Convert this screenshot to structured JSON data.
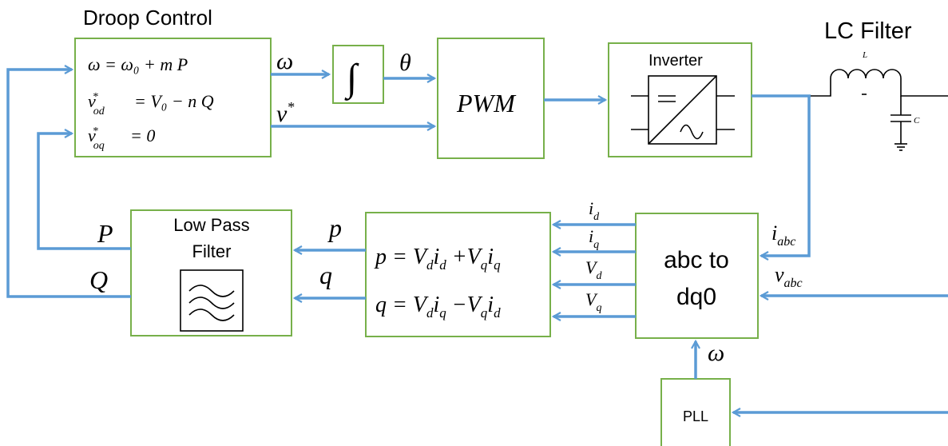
{
  "titles": {
    "droop": "Droop Control",
    "lc_filter": "LC Filter"
  },
  "blocks": {
    "inverter": "Inverter",
    "pwm": "PWM",
    "lpf_line1": "Low Pass",
    "lpf_line2": "Filter",
    "abc_line1": "abc to",
    "abc_line2": "dq0",
    "pll": "PLL",
    "integrator": "∫"
  },
  "droop_eqs": {
    "eq1": "ω  =  ω₀  +  m P",
    "eq2_lhs": "v*od",
    "eq2_rhs": "=  V₀  −  n Q",
    "eq3_lhs": "v*oq",
    "eq3_rhs": "=  0"
  },
  "power_eqs": {
    "eq_p": "p = Vd id + Vq iq",
    "eq_q": "q = Vd iq − Vq id"
  },
  "component_labels": {
    "inductor": "L",
    "capacitor": "C"
  },
  "signals": {
    "omega_out": "ω",
    "v_star": "v*",
    "theta": "θ",
    "P": "P",
    "Q": "Q",
    "p": "p",
    "q": "q",
    "id": "id",
    "iq": "iq",
    "Vd": "Vd",
    "Vq": "Vq",
    "iabc": "iabc",
    "vabc": "vabc",
    "omega_pll": "ω"
  }
}
